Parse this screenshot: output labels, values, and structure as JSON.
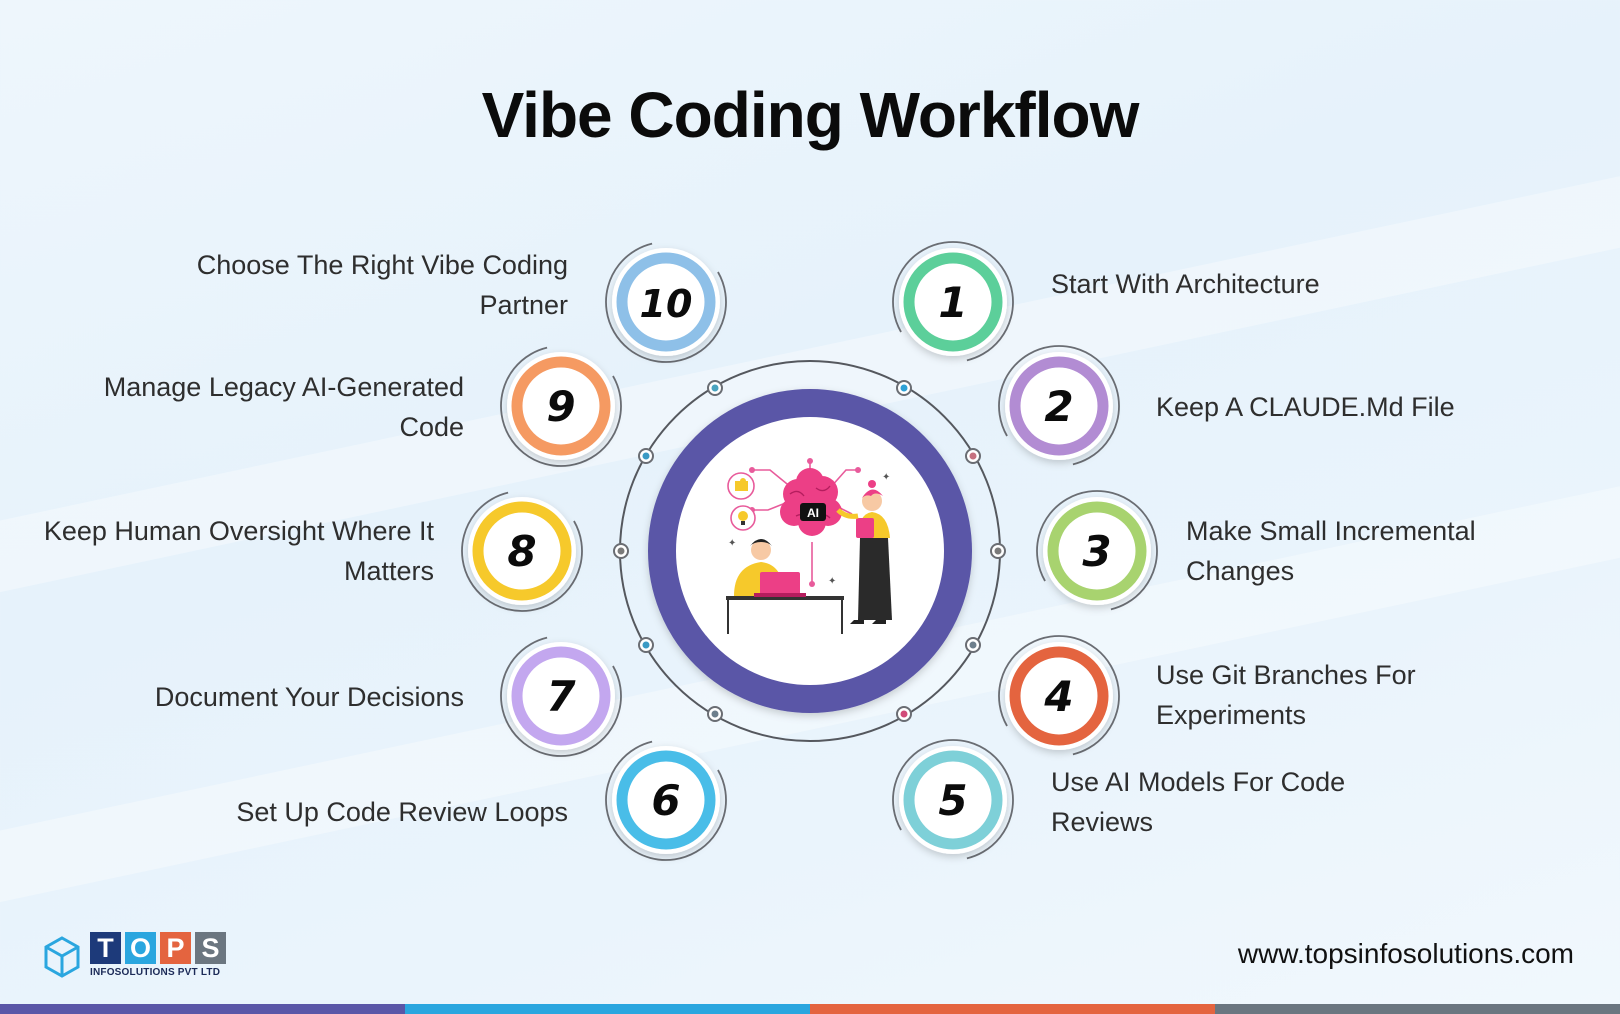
{
  "title": "Vibe Coding Workflow",
  "center": {
    "badge": "AI"
  },
  "steps": [
    {
      "number": "1",
      "label": "Start With Architecture",
      "side": "right",
      "color": "#5ccf9a",
      "dot": "#2ea1d6"
    },
    {
      "number": "2",
      "label": "Keep A CLAUDE.Md File",
      "side": "right",
      "color": "#b28cd3",
      "dot": "#c6707f"
    },
    {
      "number": "3",
      "label": "Make Small Incremental Changes",
      "side": "right",
      "color": "#a8d36f",
      "dot": "#7a7a7a"
    },
    {
      "number": "4",
      "label": "Use Git Branches For Experiments",
      "side": "right",
      "color": "#e4643f",
      "dot": "#6e7f8c"
    },
    {
      "number": "5",
      "label": "Use AI Models For Code Reviews",
      "side": "right",
      "color": "#7ed0d8",
      "dot": "#d14a78"
    },
    {
      "number": "6",
      "label": "Set Up Code Review Loops",
      "side": "left",
      "color": "#49bde8",
      "dot": "#6e7f8c"
    },
    {
      "number": "7",
      "label": "Document Your Decisions",
      "side": "left",
      "color": "#c3a7ef",
      "dot": "#3a9ac4"
    },
    {
      "number": "8",
      "label": "Keep Human Oversight Where It Matters",
      "side": "left",
      "color": "#f6c92b",
      "dot": "#7a7a7a"
    },
    {
      "number": "9",
      "label": "Manage Legacy AI-Generated Code",
      "side": "left",
      "color": "#f59a62",
      "dot": "#3a9ac4"
    },
    {
      "number": "10",
      "label": "Choose The Right Vibe Coding Partner",
      "side": "left",
      "color": "#8ec0e8",
      "dot": "#4aa3bf"
    }
  ],
  "logo": {
    "letters": [
      "T",
      "O",
      "P",
      "S"
    ],
    "subtitle": "INFOSOLUTIONS PVT LTD"
  },
  "website": "www.topsinfosolutions.com",
  "colors": {
    "ring": "#5a56a7",
    "logo_letters": [
      "#1d3a7a",
      "#2aa6df",
      "#e4643f",
      "#6b7680"
    ],
    "footer": [
      "#5a56a7",
      "#2aa6df",
      "#e4643f",
      "#6b7680"
    ]
  }
}
